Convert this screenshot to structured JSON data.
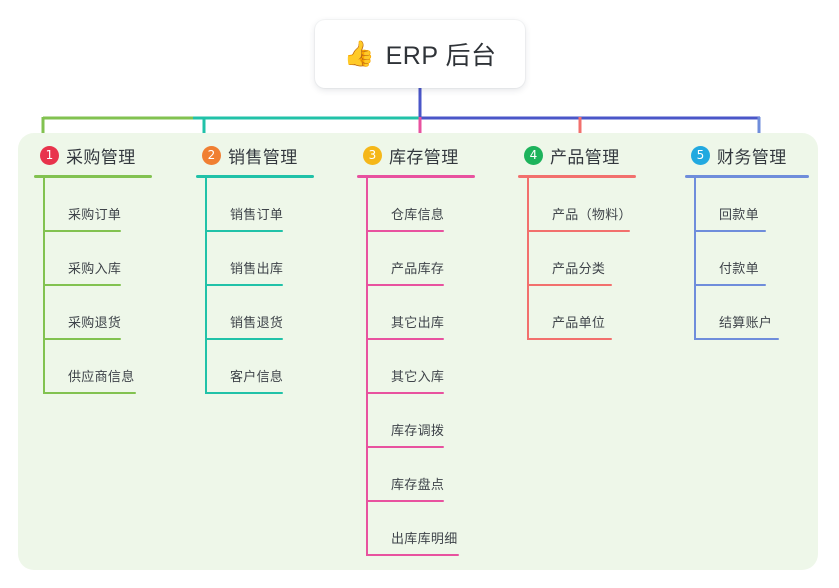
{
  "root": {
    "icon": "thumbs-up-icon",
    "emoji": "👍",
    "title": "ERP 后台"
  },
  "theme": {
    "panel_background": "#eef7e9",
    "page_background": "#ffffff",
    "root_stem_color": "#4a56c8",
    "text_color": "#3f444a"
  },
  "branches": [
    {
      "number": "1",
      "title": "采购管理",
      "badge_color": "#e8334c",
      "line_color": "#82c250",
      "children": [
        "采购订单",
        "采购入库",
        "采购退货",
        "供应商信息"
      ]
    },
    {
      "number": "2",
      "title": "销售管理",
      "badge_color": "#f07f32",
      "line_color": "#21c2a8",
      "children": [
        "销售订单",
        "销售出库",
        "销售退货",
        "客户信息"
      ]
    },
    {
      "number": "3",
      "title": "库存管理",
      "badge_color": "#f5b719",
      "line_color": "#e8529f",
      "children": [
        "仓库信息",
        "产品库存",
        "其它出库",
        "其它入库",
        "库存调拨",
        "库存盘点",
        "出库库明细"
      ]
    },
    {
      "number": "4",
      "title": "产品管理",
      "badge_color": "#1db35c",
      "line_color": "#f2706d",
      "children": [
        "产品（物料）",
        "产品分类",
        "产品单位"
      ]
    },
    {
      "number": "5",
      "title": "财务管理",
      "badge_color": "#22a9e0",
      "line_color": "#6f8ddb",
      "children": [
        "回款单",
        "付款单",
        "结算账户"
      ]
    }
  ]
}
